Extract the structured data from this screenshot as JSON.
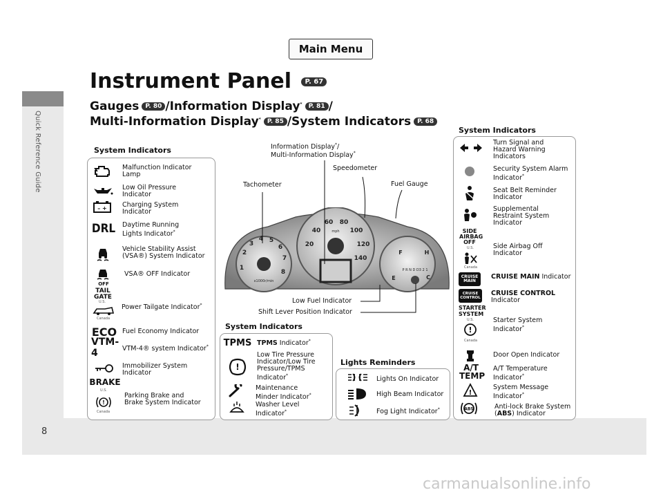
{
  "sidebar_label": "Quick Reference Guide",
  "page_number": "8",
  "watermark": "carmanualsonline.info",
  "main_menu": "Main Menu",
  "title": "Instrument Panel",
  "title_ref": "P. 67",
  "subtitle": {
    "gauges": "Gauges",
    "gauges_ref": "P. 80",
    "info_display": "/Information Display",
    "info_ref": "P. 81",
    "slash": "/",
    "multi_display": "Multi-Information Display",
    "multi_ref": "P. 85",
    "system_indicators": "/System Indicators",
    "system_ref": "P. 68"
  },
  "section_left": "System Indicators",
  "section_middle": "System Indicators",
  "section_right": "System Indicators",
  "section_lights": "Lights Reminders",
  "left_items": [
    {
      "icon": "check-engine-icon",
      "label1": "Malfunction Indicator",
      "label2": "Lamp"
    },
    {
      "icon": "oil-can-icon",
      "label1": "Low Oil Pressure",
      "label2": "Indicator"
    },
    {
      "icon": "battery-icon",
      "glyph": "– +",
      "label1": "Charging System",
      "label2": "Indicator"
    },
    {
      "icon": "drl-icon",
      "glyph": "DRL",
      "label1": "Daytime Running",
      "label2": "Lights Indicator"
    },
    {
      "icon": "vsa-icon",
      "label1": "Vehicle Stability Assist",
      "label2": "(VSA®) System Indicator"
    },
    {
      "icon": "vsa-off-icon",
      "glyph": "OFF",
      "label1": "VSA® OFF Indicator",
      "label2": ""
    },
    {
      "icon": "tailgate-icon",
      "glyph": "TAIL GATE",
      "label1": "Power Tailgate Indicator",
      "label2": ""
    },
    {
      "icon": "eco-icon",
      "glyph": "ECO",
      "label1": "Fuel Economy Indicator",
      "label2": ""
    },
    {
      "icon": "vtm4-icon",
      "glyph": "VTM-4",
      "label1": "VTM-4® system Indicator",
      "label2": ""
    },
    {
      "icon": "key-icon",
      "label1": "Immobilizer System",
      "label2": "Indicator"
    },
    {
      "icon": "brake-icon",
      "glyph": "BRAKE",
      "label1": "Parking Brake and",
      "label2": "Brake System Indicator"
    }
  ],
  "region_us": "U.S.",
  "region_canada": "Canada",
  "callouts": {
    "info_display_1": "Information Display",
    "info_display_2": "Multi-Information Display",
    "speedometer": "Speedometer",
    "tachometer": "Tachometer",
    "fuel_gauge": "Fuel Gauge",
    "low_fuel": "Low Fuel Indicator",
    "shift_lever": "Shift Lever Position Indicator"
  },
  "middle_items": [
    {
      "icon": "tpms-icon",
      "glyph": "TPMS",
      "label_bold": "TPMS",
      "label1": " Indicator",
      "label2": ""
    },
    {
      "icon": "tire-pressure-icon",
      "glyph": "(!)",
      "label1": "Low Tire Pressure",
      "label2": "Indicator/Low Tire",
      "label3": "Pressure/TPMS",
      "label4": "Indicator"
    },
    {
      "icon": "wrench-icon",
      "label1": "Maintenance",
      "label2": "Minder Indicator"
    },
    {
      "icon": "washer-icon",
      "label1": "Washer Level",
      "label2": "Indicator"
    }
  ],
  "lights_items": [
    {
      "icon": "lights-on-icon",
      "label": "Lights On Indicator"
    },
    {
      "icon": "high-beam-icon",
      "label": "High Beam Indicator"
    },
    {
      "icon": "fog-light-icon",
      "label": "Fog Light Indicator"
    }
  ],
  "right_items": [
    {
      "icon": "turn-signal-icon",
      "label1": "Turn Signal and",
      "label2": "Hazard Warning",
      "label3": "Indicators"
    },
    {
      "icon": "security-icon",
      "label1": "Security System Alarm",
      "label2": "Indicator"
    },
    {
      "icon": "seat-belt-icon",
      "label1": "Seat Belt Reminder",
      "label2": "Indicator"
    },
    {
      "icon": "srs-icon",
      "label1": "Supplemental",
      "label2": "Restraint System",
      "label3": "Indicator"
    },
    {
      "icon": "side-airbag-off-icon",
      "glyph": "SIDE AIRBAG OFF",
      "label1": "Side Airbag Off",
      "label2": "Indicator"
    },
    {
      "icon": "cruise-main-icon",
      "glyph": "CRUISE MAIN",
      "label_bold": "CRUISE MAIN",
      "label1": " Indicator"
    },
    {
      "icon": "cruise-control-icon",
      "glyph": "CRUISE CONTROL",
      "label_bold": "CRUISE CONTROL",
      "label1": "Indicator"
    },
    {
      "icon": "starter-system-icon",
      "glyph": "STARTER SYSTEM",
      "label1": "Starter System",
      "label2": "Indicator"
    },
    {
      "icon": "door-open-icon",
      "label1": "Door Open Indicator"
    },
    {
      "icon": "at-temp-icon",
      "glyph": "A/T TEMP",
      "label1": "A/T Temperature",
      "label2": "Indicator"
    },
    {
      "icon": "system-message-icon",
      "label1": "System Message",
      "label2": "Indicator"
    },
    {
      "icon": "abs-icon",
      "glyph": "ABS",
      "label1": "Anti-lock Brake System",
      "label2_pre": "(",
      "label2_bold": "ABS",
      "label2_post": ") Indicator"
    }
  ],
  "gauge": {
    "tach_unit": "x1000r/min",
    "tach_ticks": [
      "1",
      "2",
      "3",
      "4",
      "5",
      "6",
      "7",
      "8"
    ],
    "speed_unit": "mph",
    "speed_ticks": [
      "20",
      "40",
      "60",
      "80",
      "100",
      "120",
      "140"
    ],
    "fuel_f": "F",
    "fuel_e": "E",
    "temp_h": "H",
    "temp_c": "C",
    "gears": "P R N D D3 2 1"
  },
  "asterisk": "*"
}
